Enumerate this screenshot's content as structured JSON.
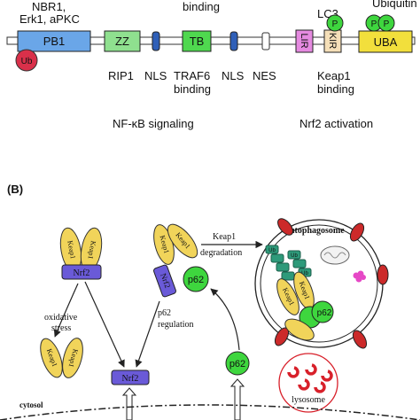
{
  "panel_a": {
    "top_labels": {
      "pb1_partners_line1": "NBR1,",
      "pb1_partners_line2": "Erk1, aPKC",
      "binding_top": "binding",
      "lc3": "LC3",
      "ubiquitin": "Ubiquitin"
    },
    "domains": {
      "pb1": "PB1",
      "zz": "ZZ",
      "tb": "TB",
      "lir": "LIR",
      "kir": "KIR",
      "uba": "UBA"
    },
    "modifications": {
      "ub": "Ub",
      "p": "P"
    },
    "bottom_labels": {
      "rip1": "RIP1",
      "nls1": "NLS",
      "traf6_line1": "TRAF6",
      "traf6_line2": "binding",
      "nls2": "NLS",
      "nes": "NES",
      "keap1_line1": "Keap1",
      "keap1_line2": "binding"
    },
    "group_labels": {
      "nfkb": "NF-κB signaling",
      "nrf2": "Nrf2 activation"
    }
  },
  "panel_b": {
    "panel_label": "(B)",
    "proteins": {
      "keap": "Keap1",
      "nrf2": "Nrf2",
      "p62": "p62",
      "ub": "Ub"
    },
    "arrow_labels": {
      "degradation_line1": "Keap1",
      "degradation_line2": "degradation",
      "oxidative_line1": "oxidative",
      "oxidative_line2": "stress",
      "p62_reg_line1": "p62",
      "p62_reg_line2": "regulation"
    },
    "compartments": {
      "autophagosome": "autophagosome",
      "lysosome": "lysosome",
      "cytosol": "cytosol"
    }
  },
  "colors": {
    "pb1": "#6aa6e8",
    "zz": "#8fe08f",
    "tb": "#4fd84f",
    "nls": "#2f5fb8",
    "lir": "#e58ae0",
    "kir": "#f5dfb8",
    "uba": "#f2df3c",
    "ub_red": "#d9304a",
    "p_green": "#3ed63e",
    "keap_yellow": "#f1d45a",
    "nrf2_purple": "#6a5ad8",
    "ub_teal": "#2e9a7a",
    "mito_red": "#cc2a2a",
    "lysosome_red": "#d8202a"
  }
}
